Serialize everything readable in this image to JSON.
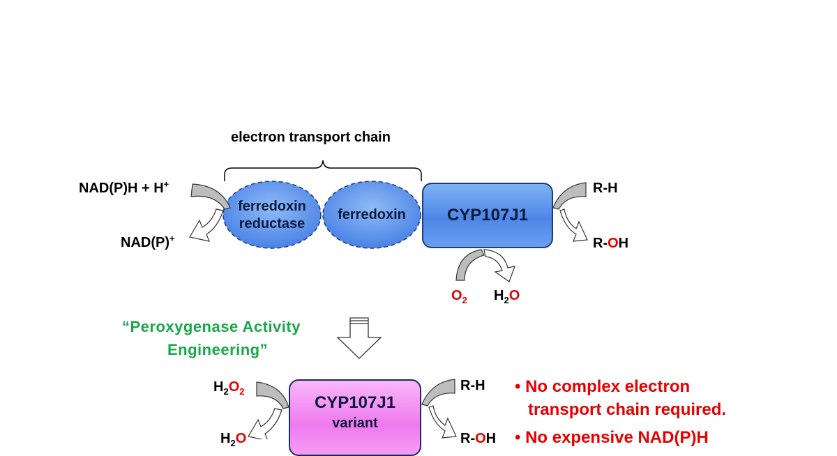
{
  "brace_label": "electron transport chain",
  "reactants_top": {
    "nadph": "NAD(P)H + H",
    "nadph_sup": "+",
    "nadp": "NAD(P)",
    "nadp_sup": "+",
    "rh": "R-H",
    "roh_r": "R-",
    "roh_o": "O",
    "roh_h": "H",
    "o2_o": "O",
    "o2_sub": "2",
    "h2o_h": "H",
    "h2o_sub": "2",
    "h2o_o": "O"
  },
  "proteins": {
    "ferredoxin_reductase_line1": "ferredoxin",
    "ferredoxin_reductase_line2": "reductase",
    "ferredoxin": "ferredoxin",
    "cyp": "CYP107J1",
    "variant_name": "CYP107J1",
    "variant_sub": "variant"
  },
  "engineering_line1": "“Peroxygenase Activity",
  "engineering_line2": "Engineering”",
  "reactants_bottom": {
    "h2o2_h": "H",
    "h2o2_sub": "2",
    "h2o2_o": "O",
    "h2o2_sub2": "2",
    "h2o_h": "H",
    "h2o_sub": "2",
    "h2o_o": "O",
    "rh": "R-H",
    "roh_r": "R-",
    "roh_o": "O",
    "roh_h": "H"
  },
  "bullets": [
    {
      "line1": "• No complex electron",
      "line2": "transport chain required."
    },
    {
      "line1": "• No expensive NAD(P)H"
    }
  ],
  "colors": {
    "red": "#e60000",
    "green": "#1aa64a",
    "blue_fill": "#5b8fe8",
    "pink_fill": "#f08cf0"
  }
}
